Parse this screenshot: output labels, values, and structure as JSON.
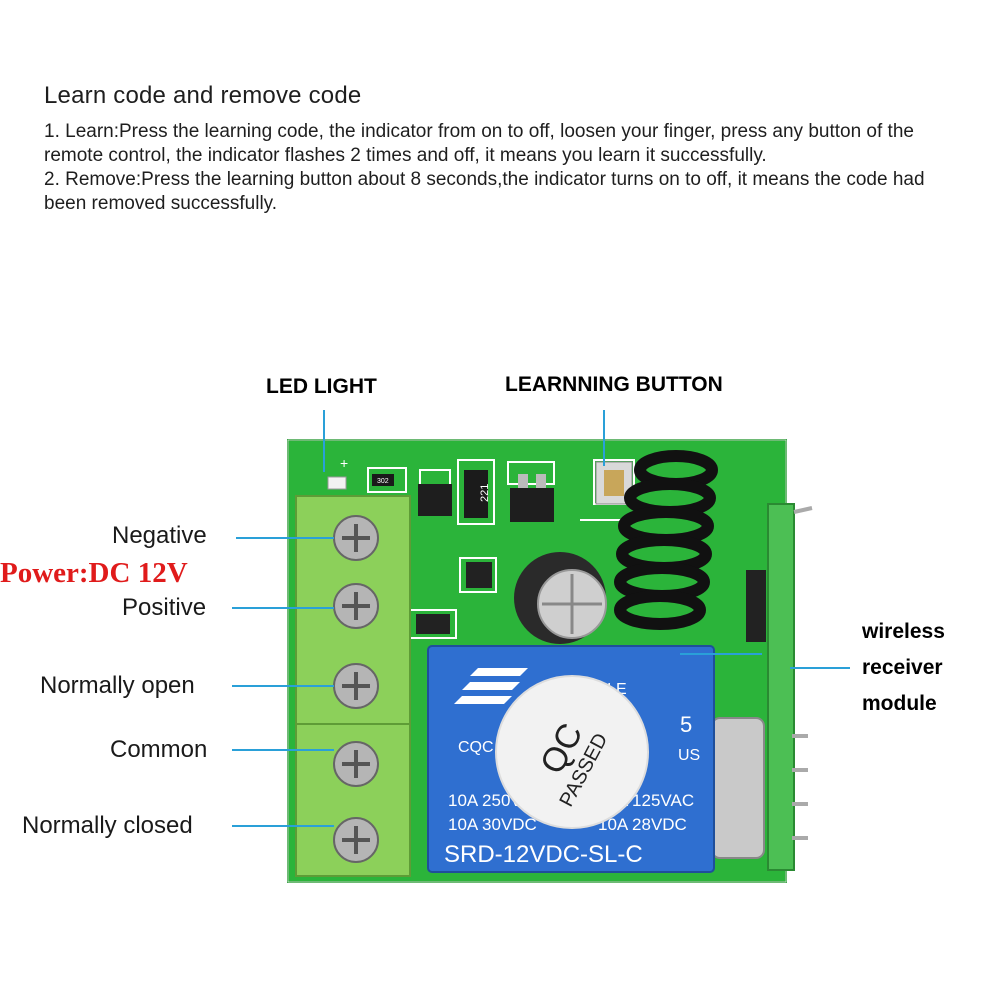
{
  "instructions": {
    "title": "Learn code and remove code",
    "learn": "1. Learn:Press the learning code, the indicator from on to off, loosen your finger, press any button of the remote control, the indicator flashes 2 times and off, it means you learn it successfully.",
    "remove": "2. Remove:Press the learning button about 8 seconds,the indicator turns on to off, it means the code had been removed successfully."
  },
  "labels": {
    "led_light": "LED LIGHT",
    "learning_button": "LEARNNING BUTTON",
    "negative": "Negative",
    "power": "Power:DC 12V",
    "positive": "Positive",
    "normally_open": "Normally open",
    "common": "Common",
    "normally_closed": "Normally closed",
    "wireless_1": "wireless",
    "wireless_2": "receiver",
    "wireless_3": "module"
  },
  "board": {
    "relay_brand": "SONGLE",
    "relay_cqc": "CQC",
    "relay_5": "5",
    "relay_us": "US",
    "relay_line1_left": "10A 250VAC",
    "relay_line1_right": "15A 125VAC",
    "relay_line2_left": "10A 30VDC",
    "relay_line2_right": "10A 28VDC",
    "relay_model": "SRD-12VDC-SL-C",
    "sticker_qc": "QC",
    "sticker_passed": "PASSED",
    "resistor_code": "302",
    "smd_code": "221"
  },
  "colors": {
    "pcb": "#2bb43a",
    "terminal": "#8cd05a",
    "relay": "#2f6fd0",
    "callout_line": "#2aa0d8",
    "power_text": "#e01b1b"
  }
}
